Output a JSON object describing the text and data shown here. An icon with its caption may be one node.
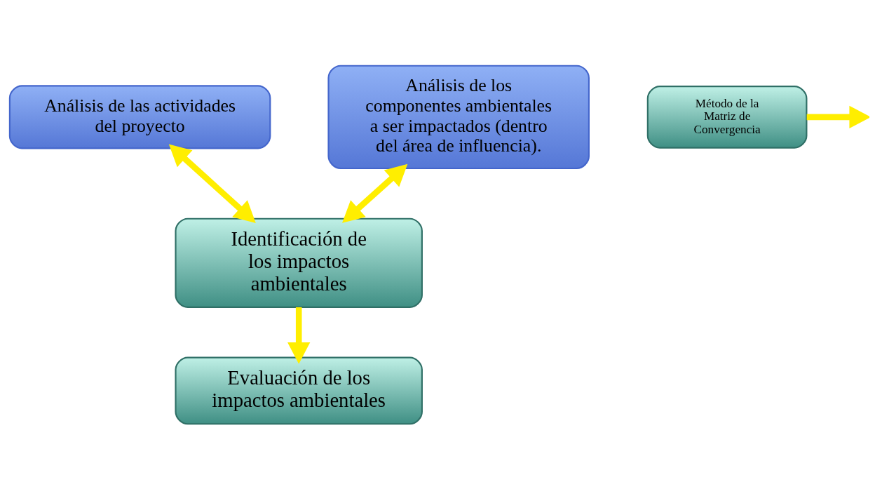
{
  "diagram": {
    "nodes": [
      {
        "text": [
          "Análisis de las actividades del proyecto"
        ]
      },
      {
        "text": [
          "Análisis de los componentes ambientales a ser impactados (dentro del área de influencia)."
        ]
      },
      {
        "text": [
          "Identificación de los impactos ambientales"
        ]
      },
      {
        "text": [
          "Método de la Matriz de Convergencia"
        ]
      },
      {
        "text": [
          "Evaluación de los impactos ambientales"
        ]
      }
    ],
    "edges": [
      {
        "from": 0,
        "to": 2,
        "arrow": "both"
      },
      {
        "from": 1,
        "to": 2,
        "arrow": "both"
      },
      {
        "from": 3,
        "to": null,
        "arrow": "to"
      },
      {
        "from": 2,
        "to": 4,
        "arrow": "to"
      }
    ]
  }
}
